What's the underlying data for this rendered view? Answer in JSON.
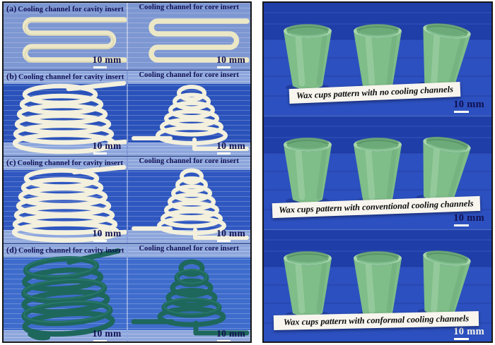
{
  "figure_colors": {
    "right_backdrop_blue": "#1f3ea8",
    "right_table_blue": "#2c50bf",
    "panel_a_blue": "#7d97d2",
    "panel_b_blue": "#2a52ba",
    "panel_c_blue": "#2f57c0",
    "panel_d_blue": "#3e6ccc",
    "light_band_blue": "#8da6dc",
    "channel_cream": "#ece8c6",
    "channel_white": "#f3f0dd",
    "channel_dark_green": "#1e675c",
    "cup_green": "#7fbd89",
    "cup_rim_green": "#a9d7ab",
    "caption_navy": "#0e0e52",
    "strip_white": "#f7f5ee"
  },
  "left": {
    "rows": [
      {
        "letter": "(a)",
        "cavity_caption": "Cooling channel for cavity insert",
        "core_caption": "Cooling channel for core insert",
        "scale": "10 mm"
      },
      {
        "letter": "(b)",
        "cavity_caption": "Cooling channel for cavity insert",
        "core_caption": "Cooling channel for core insert",
        "scale": "10 mm"
      },
      {
        "letter": "(c)",
        "cavity_caption": "Cooling channel for cavity insert",
        "core_caption": "Cooling channel for core insert",
        "scale": "10 mm"
      },
      {
        "letter": "(d)",
        "cavity_caption": "Cooling channel for cavity insert",
        "core_caption": "Cooling channel for core insert",
        "scale": "10 mm"
      }
    ]
  },
  "right": {
    "photos": [
      {
        "caption": "Wax cups pattern with no cooling channels",
        "scale": "10 mm"
      },
      {
        "caption": "Wax cups pattern with conventional cooling channels",
        "scale": "10 mm"
      },
      {
        "caption": "Wax cups pattern with conformal cooling channels",
        "scale": "10 mm"
      }
    ]
  }
}
